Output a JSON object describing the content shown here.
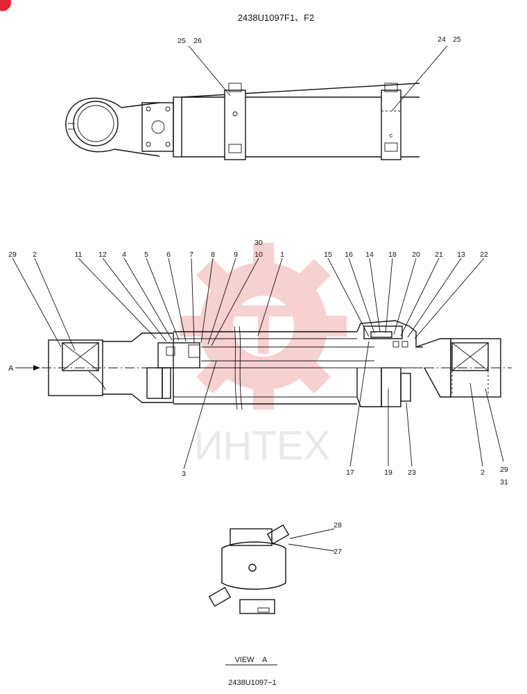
{
  "sheet": {
    "top_number": "2438U1097F1、F2",
    "bottom_number": "2438U1097−1",
    "view_label": "VIEW    A",
    "section_arrow_label": "A"
  },
  "watermark": {
    "text": "ИНТЕХ",
    "color": "#e8e8e8",
    "gear_color": "#f6c8cb"
  },
  "brand_badge_color": "#e32636",
  "callouts": {
    "top_view": [
      "25",
      "26",
      "24",
      "25"
    ],
    "section_top": [
      "29",
      "2",
      "11",
      "12",
      "4",
      "5",
      "6",
      "7",
      "8",
      "9",
      "30",
      "10",
      "1",
      "15",
      "16",
      "14",
      "18",
      "20",
      "21",
      "13",
      "22"
    ],
    "section_bottom": [
      "3",
      "17",
      "19",
      "23",
      "2",
      "29",
      "31"
    ],
    "view_a": [
      "28",
      "27"
    ]
  }
}
